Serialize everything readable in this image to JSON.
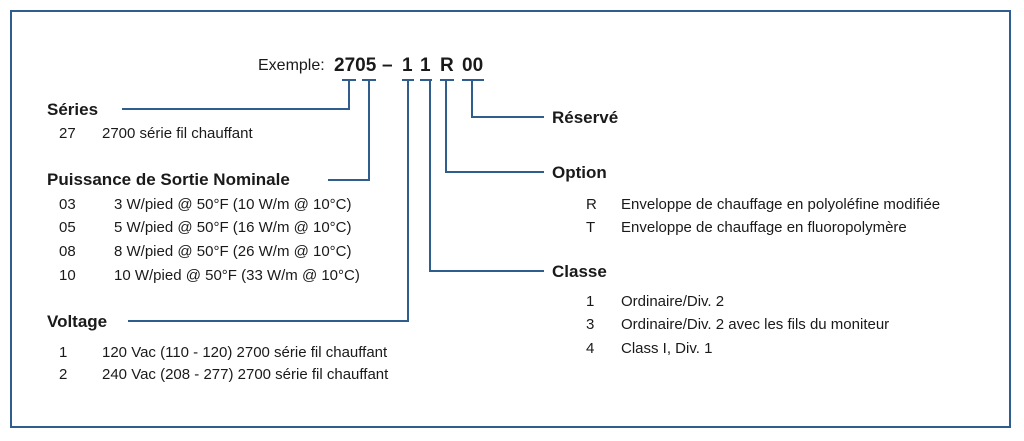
{
  "example": {
    "label": "Exemple:",
    "segments": [
      "2705",
      "–",
      "1",
      "1",
      "R",
      "00"
    ]
  },
  "series": {
    "title": "Séries",
    "rows": [
      {
        "code": "27",
        "desc": "2700 série fil chauffant"
      }
    ]
  },
  "power": {
    "title": "Puissance de Sortie Nominale",
    "rows": [
      {
        "code": "03",
        "desc": "3 W/pied @ 50°F (10 W/m @ 10°C)"
      },
      {
        "code": "05",
        "desc": "5 W/pied @ 50°F (16 W/m @ 10°C)"
      },
      {
        "code": "08",
        "desc": "8 W/pied @ 50°F (26 W/m @ 10°C)"
      },
      {
        "code": "10",
        "desc": "10 W/pied @ 50°F (33 W/m @ 10°C)"
      }
    ]
  },
  "voltage": {
    "title": "Voltage",
    "rows": [
      {
        "code": "1",
        "desc": "120 Vac (110 - 120) 2700 série fil chauffant"
      },
      {
        "code": "2",
        "desc": "240 Vac (208 - 277) 2700 série fil chauffant"
      }
    ]
  },
  "reserved": {
    "title": "Réservé"
  },
  "option": {
    "title": "Option",
    "rows": [
      {
        "code": "R",
        "desc": "Enveloppe de chauffage en polyoléfine modifiée"
      },
      {
        "code": "T",
        "desc": "Enveloppe de chauffage en fluoropolymère"
      }
    ]
  },
  "classe": {
    "title": "Classe",
    "rows": [
      {
        "code": "1",
        "desc": "Ordinaire/Div. 2"
      },
      {
        "code": "3",
        "desc": "Ordinaire/Div. 2 avec les fils du moniteur"
      },
      {
        "code": "4",
        "desc": "Class I, Div. 1"
      }
    ]
  },
  "colors": {
    "line": "#2e5d8e",
    "border": "#2e5d8e",
    "text": "#1a1a1a"
  }
}
